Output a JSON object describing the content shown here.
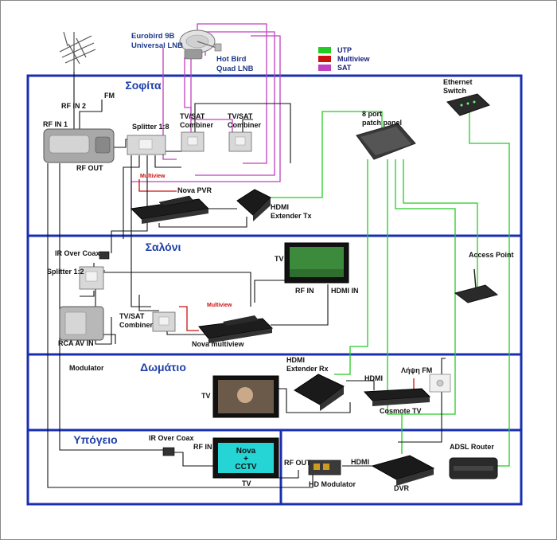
{
  "rooms": {
    "sofita": "Σοφίτα",
    "saloni": "Σαλόνι",
    "domatio": "Δωμάτιο",
    "ypogeio": "Υπόγειο"
  },
  "satellites": {
    "eurobird_line1": "Eurobird 9B",
    "eurobird_line2": "Universal LNB",
    "hotbird_line1": "Hot Bird",
    "hotbird_line2": "Quad LNB"
  },
  "legend": [
    {
      "label": "UTP",
      "color": "#22cc22"
    },
    {
      "label": "Multiview",
      "color": "#cc1111"
    },
    {
      "label": "SAT",
      "color": "#c040c0"
    }
  ],
  "labels": {
    "rf_in_2": "RF IN 2",
    "fm": "FM",
    "rf_in_1": "RF IN 1",
    "rf_out_amp": "RF OUT",
    "splitter_1_8": "Splitter 1:8",
    "combiner1_line1": "TV/SAT",
    "combiner1_line2": "Combiner",
    "combiner2_line1": "TV/SAT",
    "combiner2_line2": "Combiner",
    "patch_line1": "8 port",
    "patch_line2": "patch panel",
    "ethernet_line1": "Ethernet",
    "ethernet_line2": "Switch",
    "multiview_attic": "Multiview",
    "nova_pvr": "Nova PVR",
    "hdmi_tx_line1": "HDMI",
    "hdmi_tx_line2": "Extender Tx",
    "ir_over_coax_top": "IR Over Coax",
    "tv_saloni": "TV",
    "splitter_1_2": "Splitter 1:2",
    "rf_in_saloni": "RF IN",
    "hdmi_in_saloni": "HDMI IN",
    "access_point": "Access Point",
    "multiview_saloni": "Multiview",
    "combiner3_line1": "TV/SAT",
    "combiner3_line2": "Combiner",
    "rca_av_in": "RCA AV IN",
    "nova_multiview": "Nova multiview",
    "modulator": "Modulator",
    "hdmi_rx_line1": "HDMI",
    "hdmi_rx_line2": "Extender Rx",
    "hdmi_domatio": "HDMI",
    "lipsi_fm": "Λήψη FM",
    "tv_domatio": "TV",
    "cosmote_tv": "Cosmote TV",
    "adsl_router": "ADSL Router",
    "ir_over_coax_bottom": "IR Over Coax",
    "rf_in_ypogeio": "RF IN",
    "screen_line1": "Nova",
    "screen_line2": "+",
    "screen_line3": "CCTV",
    "tv_ypogeio": "TV",
    "rf_out_mod": "RF OUT",
    "hdmi_dvr": "HDMI",
    "hd_modulator": "HD Modulator",
    "dvr": "DVR"
  }
}
